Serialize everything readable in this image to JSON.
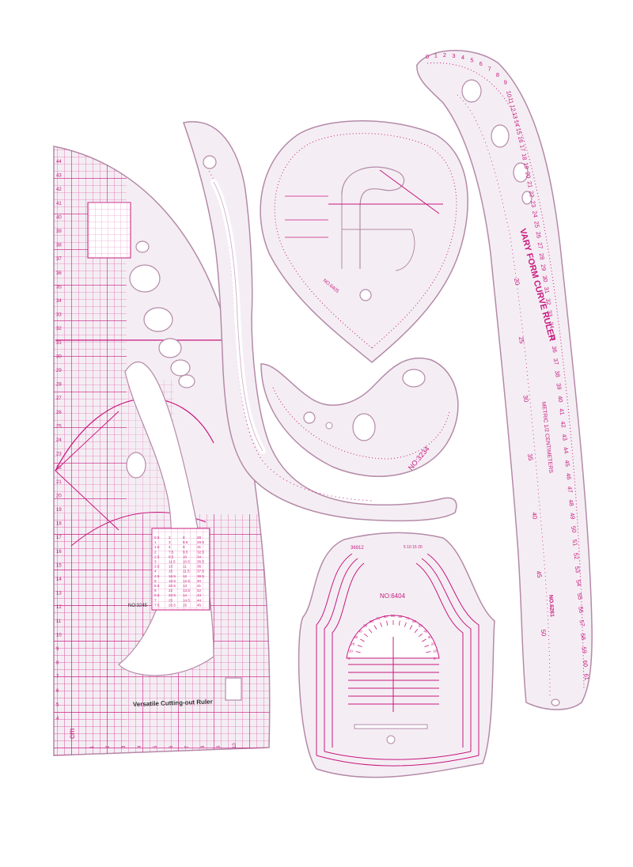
{
  "scene": {
    "background": "#ffffff",
    "ink_color": "#c8187e",
    "plastic_color": "#f3f1f5",
    "outline_color": "#b9b4be"
  },
  "rulers": {
    "cutting_out": {
      "label": "Versatile Cutting-out Ruler",
      "model": "NO:3245",
      "unit": "cm",
      "side_numbers": [
        "4",
        "5",
        "6",
        "7",
        "8",
        "9",
        "10",
        "11",
        "12",
        "13",
        "14",
        "15",
        "16",
        "17",
        "18",
        "19",
        "20",
        "21",
        "22",
        "23",
        "24",
        "25",
        "26",
        "27",
        "28",
        "29",
        "30",
        "31",
        "32",
        "33",
        "34",
        "35",
        "36",
        "37",
        "38",
        "39",
        "40",
        "41",
        "42",
        "43",
        "44"
      ],
      "bottom_numbers": [
        "1",
        "2",
        "3",
        "4",
        "5",
        "6",
        "7",
        "8",
        "9",
        "10"
      ],
      "table_rows": [
        [
          "0.5",
          "2",
          "8",
          "28"
        ],
        [
          "1",
          "3",
          "8.5",
          "29.5"
        ],
        [
          "1.5",
          "4",
          "9",
          "31"
        ],
        [
          "2",
          "7.5",
          "9.5",
          "32.5"
        ],
        [
          "2.5",
          "9.5",
          "10",
          "34"
        ],
        [
          "3",
          "11.5",
          "10.5",
          "35.5"
        ],
        [
          "3.5",
          "13",
          "11",
          "36"
        ],
        [
          "4",
          "15",
          "11.5",
          "37.5"
        ],
        [
          "4.5",
          "16.5",
          "12",
          "38.5"
        ],
        [
          "5",
          "18.5",
          "12.5",
          "40"
        ],
        [
          "5.5",
          "20.5",
          "13",
          "41"
        ],
        [
          "6",
          "22",
          "13.5",
          "42"
        ],
        [
          "6.5",
          "23.5",
          "14",
          "43"
        ],
        [
          "7",
          "25",
          "14.5",
          "44"
        ],
        [
          "7.5",
          "26.5",
          "15",
          "45"
        ]
      ]
    },
    "french_curve": {
      "model": "NO:3234"
    },
    "vary_form": {
      "title": "VARY FORM CURVE RULER",
      "subtitle": "METRIC 1/2 CENTIMETERS",
      "model": "NO.6261",
      "edge_numbers": [
        "0",
        "1",
        "2",
        "3",
        "4",
        "5",
        "6",
        "7",
        "8",
        "9",
        "10",
        "11",
        "12",
        "13",
        "14",
        "15",
        "16",
        "17",
        "18",
        "19",
        "20",
        "21",
        "22",
        "23",
        "24",
        "25",
        "26",
        "27",
        "28",
        "29",
        "30",
        "31",
        "32",
        "33",
        "34",
        "35",
        "36",
        "37",
        "38",
        "39",
        "40",
        "41",
        "42",
        "43",
        "44",
        "45",
        "46",
        "47",
        "48",
        "49",
        "50",
        "51",
        "52",
        "53",
        "54",
        "55",
        "56",
        "57",
        "58",
        "59",
        "60",
        "61"
      ],
      "center_numbers": [
        "20",
        "25",
        "30",
        "35",
        "40",
        "45",
        "50"
      ]
    },
    "drop_curve": {
      "model": "NO.6405"
    },
    "armhole": {
      "model": "NO:6404",
      "corner_label": "36912",
      "top_right_label": "5 10 15 20",
      "protractor_numbers": [
        "0",
        "10",
        "20",
        "30",
        "40",
        "50",
        "60",
        "70",
        "80",
        "90",
        "80",
        "70",
        "60",
        "50",
        "40",
        "30",
        "20",
        "10",
        "0"
      ]
    }
  }
}
